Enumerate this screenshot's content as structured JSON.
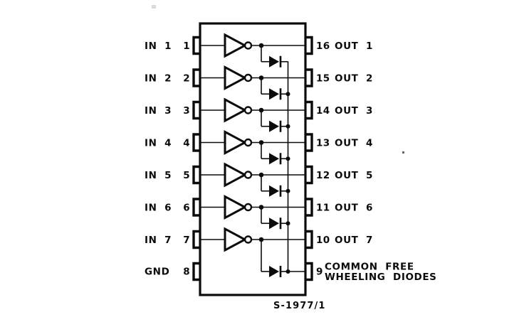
{
  "caption": "S-1977/1",
  "colors": {
    "ink": "#0b0b0b",
    "paper": "#ffffff"
  },
  "channels": [
    {
      "input_label": "IN  1",
      "input_pin": "1",
      "output_pin": "16",
      "output_label": "OUT  1"
    },
    {
      "input_label": "IN  2",
      "input_pin": "2",
      "output_pin": "15",
      "output_label": "OUT  2"
    },
    {
      "input_label": "IN  3",
      "input_pin": "3",
      "output_pin": "14",
      "output_label": "OUT  3"
    },
    {
      "input_label": "IN  4",
      "input_pin": "4",
      "output_pin": "13",
      "output_label": "OUT  4"
    },
    {
      "input_label": "IN  5",
      "input_pin": "5",
      "output_pin": "12",
      "output_label": "OUT  5"
    },
    {
      "input_label": "IN  6",
      "input_pin": "6",
      "output_pin": "11",
      "output_label": "OUT  6"
    },
    {
      "input_label": "IN  7",
      "input_pin": "7",
      "output_pin": "10",
      "output_label": "OUT  7"
    }
  ],
  "bottom_row": {
    "left_label": "GND",
    "left_pin": "8",
    "right_pin": "9",
    "right_label_line1": "COMMON  FREE",
    "right_label_line2": "WHEELING  DIODES"
  }
}
